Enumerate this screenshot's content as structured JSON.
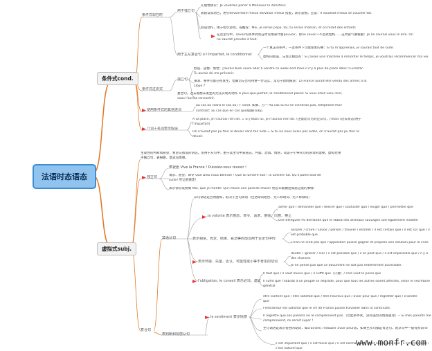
{
  "root": "法语时态语态",
  "level1": {
    "cond": "条件式cond.",
    "subj": "虚拟式subj."
  },
  "cond": {
    "present": "条件式现在时",
    "pres_usage": "用于独立句",
    "pres_items": [
      "礼貌地请求：Je voudrais parler à Monsieur le directeur.",
      "表建议或劝告，用引devoir/faire mieux de/valoir mieux 搭配，表示遗憾。应该：Il voudrait mieux se coucher tôt.",
      "假设动作，用于暗示游戏、或推荐：Moi, je serais papa, toi, tu serais maman, et on ferait des enfants",
      "在否定句中，savoir的条件式现在时常用来代替pouvoir，即ne savoir+不定式结构……这时省气要要删：Je ne saurais vous le dire. On ne saurait prendre à tout."
    ],
    "pres_si": "用于主从复合句 si l'imparfait, le conditionnel",
    "pres_si_items": [
      "一个真正的条件，一定条件下可能发生的事：Si tu m'apprenais, je saurais tout de suite.",
      "虚构的假设，与现实相反的：Si j'avais une machine à remonter le temps, je voudrais recommencer ma vie."
    ],
    "past": "条件式过去式",
    "past_usage": "独立句",
    "past_items": [
      "假设、遗憾、惋惜：J'aurais bien voulu aller à Londre ce week-end mais il n'y a plus de place dans l'Eurostar. Tu aurais dû me prévenir.",
      "猜测、事件可能已经发生，但确切与否有待进一步证实，常见于新闻报道：La France aurait-elle vendu des armes à la Libye ?",
      "复合句，过去假想未发生的无法实现的动作 si plus-que-parfait, le conditionnel passé: Si vous étiez venu hier, vous l'auriez rencontré."
    ],
    "other": "使用条件式的其他连词",
    "other_items": [
      "au cas où (dans le cas où) + cond. 如果、万一 Au cas où tu ne viendrais pas, téléphone-moi!",
      "contrast: au cas que en cas que后跟(subj)."
    ],
    "intro": "介词＋名词表示假设",
    "intro_items": [
      "A sa place, je n'aurais rien dit. = Si j'étais lui, je n'aurais rien dit. (注意此句为对应从句，j'étais (过去状态)用于l'imparfait)",
      "On n'aurait pas pu finir le devoir sans ton aide.= Si tu ne nous avais pas aidés, on n'aurait pas pu finir le devoir."
    ]
  },
  "subj": {
    "intro_text": "主观性的判断和愿望，希望与假设的语态。多用于从句中，由于其主句中表愿志、怀疑、恐惧、情感，或说于引导从句的表现的需要，虚拟也用于独立句，表祝愿、意志与情感。",
    "indep": "独立句",
    "indep_items": [
      "表祝愿 Vive la France ! Puissiez-vous réussir !",
      "请求、愿望、命令 Que Dieu nous bénisse ! Que la lumière soit ! la lumière fut. Qu'il parte tout de suite! 尽让他快走!",
      "表示惊讶或愤慨 Moi, que je mente! Qu'il fasse une pareille chose! 他怎么能做出如此这般的事情!"
    ],
    "compl": "宾语从句",
    "compl_note": "从句谓语是否用虚拟，取决于主句谓语（包括动词组合、无人称动词、无人称联词）",
    "volonte": "la volonté 表示意愿、命令、请求、要好、同意、禁止",
    "volonte_items": [
      "aimer que / demander que / désirer que / souhaiter que / exiger que / permettre que",
      "Une déléguée PS demande que le statut des animaux sauvages soit également modifié"
    ],
    "opinion": "表示相信、肯定、结果、看法等的动词用于否定句中时",
    "opinion_items": [
      "assurer / croire / savoir / penser / trouver / estimer / il est certain que / il est sûr que / il est probable que",
      "L'Iran ne croit pas que l'opposition puisse gagner et propose une solution pour la crise"
    ],
    "doute": "表示怀疑、失望、否认、可能性或小等不肯定的动词",
    "doute_items": [
      "douter / ignorer / nier / il est possible que / il se peut que / il est impossible que / il y a des chances",
      "Je ne pense pas que ce document ne soit pas entièrement accessible."
    ],
    "obligation": "l'obligation, le conseil 表示必须、建议",
    "obligation_items": [
      "Il faut que / il vaut mieux que / il suffit que（只要）/ cela vaut la peine que",
      "Il suffit que l'habitat d'un peuple se dégrade, pour que tous les autres soient affectés, selon le secrétaire général."
    ],
    "sentiment": "le sentiment 表示情感",
    "sentiment_items": [
      "être content que / être satisfait que / être heureux que / avoir peur que / regretter que / craindre que",
      "l'entraîneur est satisfait que le XV de France puisse travailler dans la continuité.",
      "Il regrette que ses parents ne le comprennent pas.（比起条件式，没有强烈的情感驱动）-- Si mes parents me comprenaient, ce serait super !",
      "主句谓语是表示害怕的动词，如craindre, redouter avoir peur等，如果主从句都是肯定句，则从句中一般有赘词ne"
    ],
    "jugement": "il est important que / il est facile que / il est normal que / il est nécessaire que / il est triste que / c'est naturel que",
    "compound": "复合句",
    "jugement_label": "表判断和情感从句"
  },
  "watermark": "www.monfr.com"
}
